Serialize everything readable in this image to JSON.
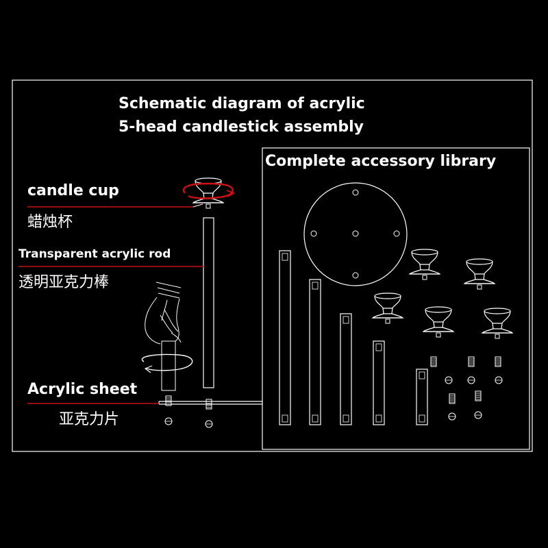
{
  "title": {
    "line1": "Schematic diagram of acrylic",
    "line2": "5-head candlestick assembly"
  },
  "library": {
    "title": "Complete accessory library"
  },
  "labels": {
    "candle_cup_en": "candle cup",
    "candle_cup_cn": "蜡烛杯",
    "rod_en": "Transparent acrylic rod",
    "rod_cn": "透明亚克力棒",
    "sheet_en": "Acrylic sheet",
    "sheet_cn": "亚克力片"
  },
  "colors": {
    "background": "#000000",
    "line": "#ffffff",
    "leader": "#cc1111"
  }
}
